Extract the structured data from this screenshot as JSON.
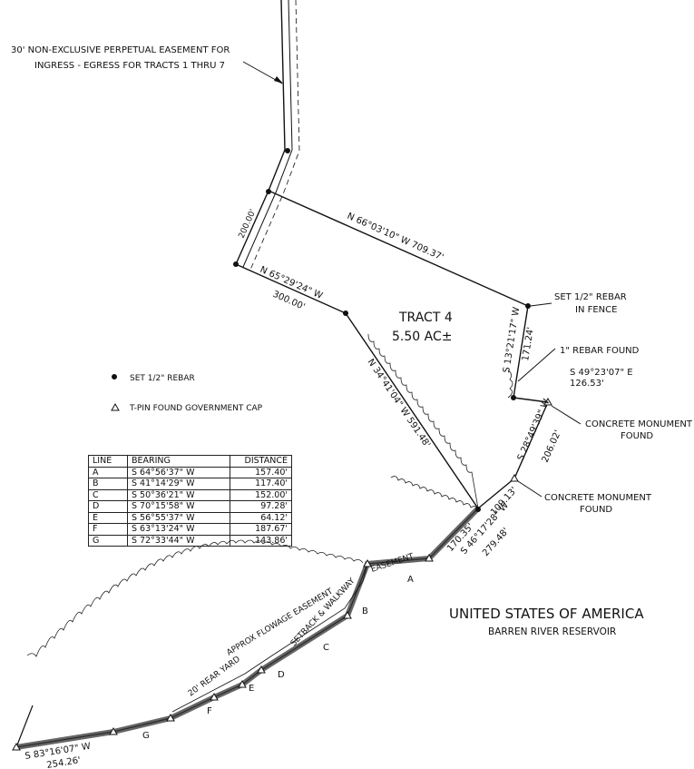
{
  "drawing": {
    "easement_note_line1": "30' NON-EXCLUSIVE PERPETUAL EASEMENT FOR",
    "easement_note_line2": "INGRESS - EGRESS FOR TRACTS 1 THRU 7",
    "tract_name": "TRACT 4",
    "tract_area": "5.50 AC±",
    "calls": {
      "north_line": "N 66°03'10\" W   709.37'",
      "road_frontage": "200.00'",
      "west_line_bearing": "N 65°29'24\" W",
      "west_line_distance": "300.00'",
      "diagonal_line": "N 34°41'04\" W   591.48'",
      "east_line_bearing": "S 13°21'17\" W",
      "east_line_distance": "171.24'",
      "se_line": "S 49°23'07\" E",
      "se_distance": "126.53'",
      "monument_line": "S 28°49'39\" W",
      "monument_distance": "206.02'",
      "south_line_bearing": "S 46°17'28\" W",
      "south_line_distance": "279.48'",
      "south_segment_1": "109.13'",
      "south_segment_2": "170.35'",
      "bottom_bearing": "S 83°16'07\" W",
      "bottom_distance": "254.26'"
    },
    "callouts": {
      "set_rebar_fence_1": "SET 1/2\" REBAR",
      "set_rebar_fence_2": "IN FENCE",
      "rebar_found": "1\" REBAR FOUND",
      "monument_1_a": "CONCRETE MONUMENT",
      "monument_1_b": "FOUND",
      "monument_2_a": "CONCRETE MONUMENT",
      "monument_2_b": "FOUND"
    },
    "legend": {
      "rebar": "SET 1/2\" REBAR",
      "tpin": "T-PIN FOUND GOVERNMENT CAP"
    },
    "easements": {
      "flowage": "APPROX FLOWAGE EASEMENT",
      "setback": "SETBACK & WALKWAY",
      "easement": "EASEMENT",
      "rear_yard": "20' REAR YARD"
    },
    "segment_letters": [
      "A",
      "B",
      "C",
      "D",
      "E",
      "F",
      "G"
    ],
    "owner_name": "UNITED STATES OF AMERICA",
    "owner_sub": "BARREN RIVER RESERVOIR"
  },
  "table": {
    "headers": [
      "LINE",
      "BEARING",
      "DISTANCE"
    ],
    "rows": [
      [
        "A",
        "S  64°56'37\"  W",
        "157.40'"
      ],
      [
        "B",
        "S  41°14'29\"  W",
        "117.40'"
      ],
      [
        "C",
        "S  50°36'21\"  W",
        "152.00'"
      ],
      [
        "D",
        "S  70°15'58\"  W",
        "97.28'"
      ],
      [
        "E",
        "S  56°55'37\"  W",
        "64.12'"
      ],
      [
        "F",
        "S  63°13'24\"  W",
        "187.67'"
      ],
      [
        "G",
        "S  72°33'44\"  W",
        "143.86'"
      ]
    ]
  }
}
